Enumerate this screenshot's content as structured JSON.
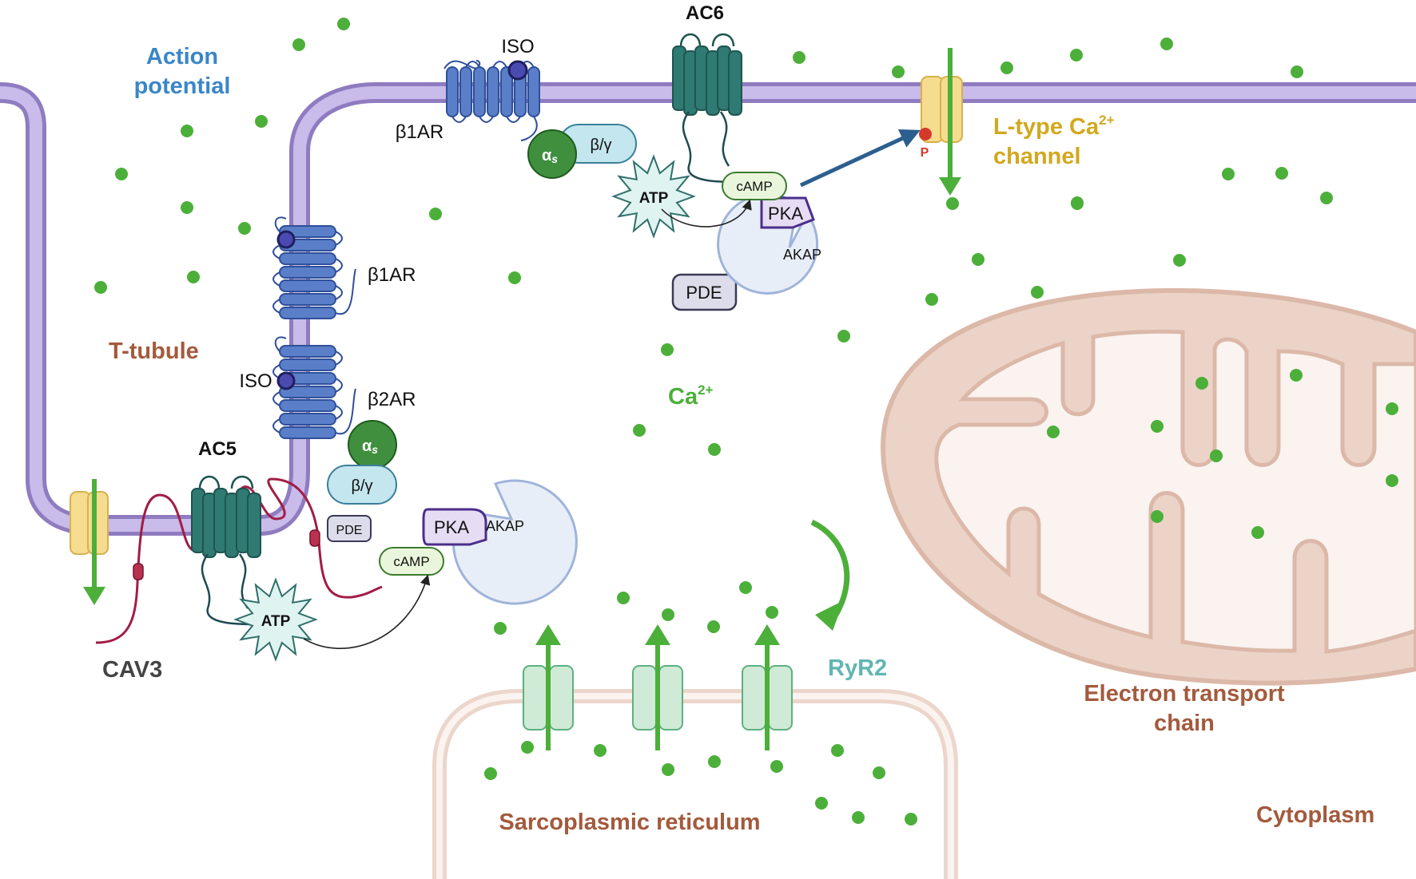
{
  "labels": {
    "action_potential": [
      "Action",
      "potential"
    ],
    "t_tubule": "T-tubule",
    "cav3": "CAV3",
    "ac5": "AC5",
    "ac6": "AC6",
    "iso_top": "ISO",
    "iso_left": "ISO",
    "b1ar_top": "β1AR",
    "b1ar_mid": "β1AR",
    "b2ar": "β2AR",
    "alpha_s": "α",
    "alpha_s_sub": "s",
    "beta_gamma": "β/γ",
    "pde": "PDE",
    "pka": "PKA",
    "akap": "AKAP",
    "camp": "cAMP",
    "atp": "ATP",
    "phospho": "P",
    "ltype": [
      "L-type Ca",
      "2+",
      "channel"
    ],
    "ca": [
      "Ca",
      "2+"
    ],
    "ryr2": "RyR2",
    "sr": "Sarcoplasmic reticulum",
    "etc": [
      "Electron transport",
      "chain"
    ],
    "cytoplasm": "Cytoplasm"
  },
  "colors": {
    "membrane_fill": "#c3b3e6",
    "membrane_stroke": "#8f7cc0",
    "receptor": "#5a7fc8",
    "receptor_dark": "#2f4f9a",
    "ac": "#2f7a72",
    "ac_dark": "#1f5550",
    "cav3_line": "#a11d45",
    "calcium": "#4caf3a",
    "channel": "#f6dc8e",
    "ryr_fill": "#cfead6",
    "sr_stroke": "#ecd6cc",
    "mito_stroke": "#dcb8a8",
    "mito_fill": "#ebd3c7",
    "mito_inner": "#f9f2ee",
    "text_blue": "#3a86c8",
    "text_brown": "#a35a3c",
    "text_gold": "#d2a81e",
    "text_teal": "#5fb6b2",
    "text_green": "#4caf3a",
    "text_gray": "#444444"
  }
}
